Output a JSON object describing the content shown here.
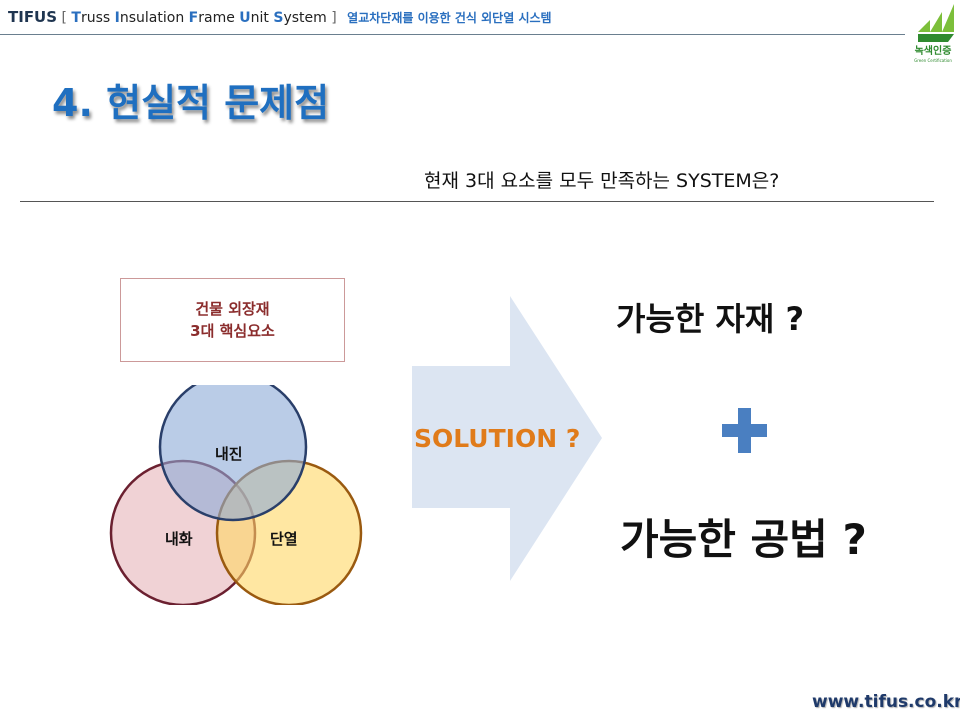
{
  "header": {
    "brand": "TIFUS",
    "open": "[",
    "words": [
      {
        "i": "T",
        "r": "russ"
      },
      {
        "i": "I",
        "r": "nsulation"
      },
      {
        "i": "F",
        "r": "rame"
      },
      {
        "i": "U",
        "r": "nit"
      },
      {
        "i": "S",
        "r": "ystem"
      }
    ],
    "close": "]",
    "korean": "열교차단재를 이용한 건식 외단열 시스템"
  },
  "logo": {
    "text": "녹색인증",
    "sub": "Green Certification"
  },
  "title": "4. 현실적 문제점",
  "subtitle": "현재 3대 요소를 모두 만족하는 SYSTEM은?",
  "box": {
    "line1": "건물 외장재",
    "line2": "3대 핵심요소"
  },
  "venn": {
    "top": "내진",
    "left": "내화",
    "right": "단열"
  },
  "solution": "SOLUTION ?",
  "q1": "가능한 자재 ?",
  "q2": "가능한 공법 ?",
  "footer": "www.tifus.co.kr",
  "colors": {
    "accent": "#1f6fc0",
    "solution": "#e07b1a",
    "plus": "#4a7fc1"
  }
}
